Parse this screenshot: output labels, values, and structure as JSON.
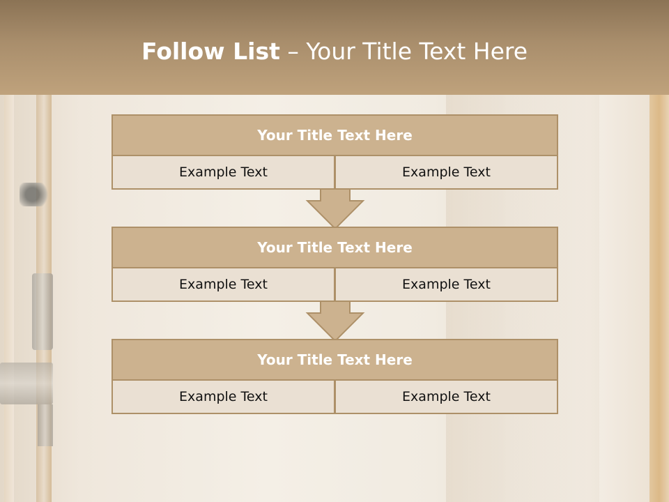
{
  "header": {
    "title_bold": "Follow List",
    "title_rest": " – Your Title Text Here"
  },
  "flow": [
    {
      "title": "Your Title Text Here",
      "left": "Example Text",
      "right": "Example Text"
    },
    {
      "title": "Your Title Text Here",
      "left": "Example Text",
      "right": "Example Text"
    },
    {
      "title": "Your Title Text Here",
      "left": "Example Text",
      "right": "Example Text"
    }
  ],
  "colors": {
    "header": "#a98e6c",
    "box_title": "#ccb28f",
    "box_cell": "#eae0d3",
    "border": "#ad9068"
  }
}
